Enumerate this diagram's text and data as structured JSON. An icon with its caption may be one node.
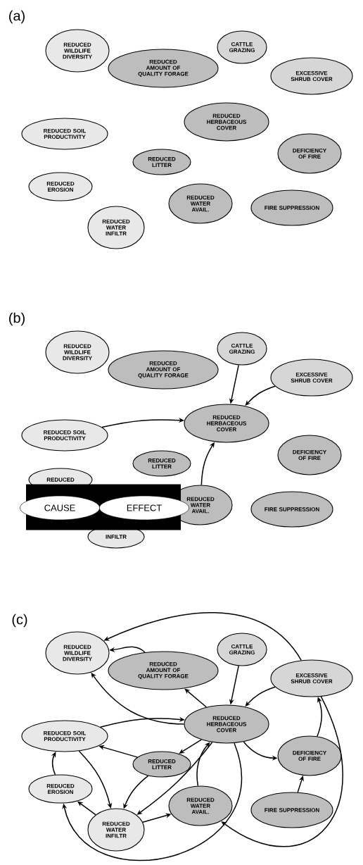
{
  "diagram": {
    "nodes": [
      {
        "text": [
          "REDUCED WILDLIFE DIVERSITY"
        ]
      },
      {
        "text": [
          "CATTLE GRAZING"
        ]
      },
      {
        "text": [
          "REDUCED AMOUNT OF QUALITY FORAGE"
        ]
      },
      {
        "text": [
          "EXCESSIVE SHRUB COVER"
        ]
      },
      {
        "text": [
          "REDUCED HERBACEOUS COVER"
        ]
      },
      {
        "text": [
          "REDUCED SOIL PRODUCTIVITY"
        ]
      },
      {
        "text": [
          "DEFICIENCY OF FIRE"
        ]
      },
      {
        "text": [
          "REDUCED LITTER"
        ]
      },
      {
        "text": [
          "REDUCED EROSION"
        ]
      },
      {
        "text": [
          "REDUCED WATER AVAIL."
        ]
      },
      {
        "text": [
          "FIRE SUPPRESSION"
        ]
      },
      {
        "text": [
          "REDUCED WATER INFILTR"
        ]
      },
      {
        "text": [
          "REDUCED WILDLIFE DIVERSITY"
        ]
      },
      {
        "text": [
          "CATTLE GRAZING"
        ]
      },
      {
        "text": [
          "REDUCED AMOUNT OF QUALITY FORAGE"
        ]
      },
      {
        "text": [
          "EXCESSIVE SHRUB COVER"
        ]
      },
      {
        "text": [
          "REDUCED HERBACEOUS COVER"
        ]
      },
      {
        "text": [
          "REDUCED SOIL PRODUCTIVITY"
        ]
      },
      {
        "text": [
          "DEFICIENCY OF FIRE"
        ]
      },
      {
        "text": [
          "REDUCED LITTER"
        ]
      },
      {
        "text": [
          "REDUCED"
        ]
      },
      {
        "text": [
          "REDUCED WATER AVAIL."
        ]
      },
      {
        "text": [
          "FIRE SUPPRESSION"
        ]
      },
      {
        "text": [
          "INFILTR"
        ]
      },
      {
        "text": [],
        "shape": "box"
      },
      {
        "text": [
          "CAUSE"
        ],
        "in": 24
      },
      {
        "text": [
          "EFFECT"
        ],
        "in": 24
      },
      {
        "text": [
          "REDUCED WILDLIFE DIVERSITY"
        ]
      },
      {
        "text": [
          "CATTLE GRAZING"
        ]
      },
      {
        "text": [
          "REDUCED AMOUNT OF QUALITY FORAGE"
        ]
      },
      {
        "text": [
          "EXCESSIVE SHRUB COVER"
        ]
      },
      {
        "text": [
          "REDUCED HERBACEOUS COVER"
        ]
      },
      {
        "text": [
          "REDUCED SOIL PRODUCTIVITY"
        ]
      },
      {
        "text": [
          "DEFICIENCY OF FIRE"
        ]
      },
      {
        "text": [
          "REDUCED LITTER"
        ]
      },
      {
        "text": [
          "REDUCED EROSION"
        ]
      },
      {
        "text": [
          "REDUCED WATER AVAIL."
        ]
      },
      {
        "text": [
          "FIRE SUPPRESSION"
        ]
      },
      {
        "text": [
          "REDUCED WATER INFILTR"
        ]
      }
    ],
    "edges": [
      {
        "from": 13,
        "to": 16,
        "arrow": "to"
      },
      {
        "from": 15,
        "to": 16,
        "arrow": "to"
      },
      {
        "from": 17,
        "to": 16,
        "arrow": "to"
      },
      {
        "from": 21,
        "to": 16,
        "arrow": "to"
      },
      {
        "from": 30,
        "to": 27,
        "arrow": "to"
      },
      {
        "from": 29,
        "to": 27,
        "arrow": "to"
      },
      {
        "from": 31,
        "to": 27,
        "arrow": "to"
      },
      {
        "from": 31,
        "to": 29,
        "arrow": "to"
      },
      {
        "from": 28,
        "to": 31,
        "arrow": "to"
      },
      {
        "from": 30,
        "to": 31,
        "arrow": "to"
      },
      {
        "from": 32,
        "to": 31,
        "arrow": "to"
      },
      {
        "from": 31,
        "to": 34,
        "arrow": "to"
      },
      {
        "from": 34,
        "to": 32,
        "arrow": "to"
      },
      {
        "from": 34,
        "to": 38,
        "arrow": "to"
      },
      {
        "from": 32,
        "to": 38,
        "arrow": "to"
      },
      {
        "from": 35,
        "to": 32,
        "arrow": "to"
      },
      {
        "from": 38,
        "to": 35,
        "arrow": "to"
      },
      {
        "from": 38,
        "to": 36,
        "arrow": "to"
      },
      {
        "from": 36,
        "to": 31,
        "arrow": "to"
      },
      {
        "from": 31,
        "to": 33,
        "arrow": "to"
      },
      {
        "from": 33,
        "to": 30,
        "arrow": "to"
      },
      {
        "from": 37,
        "to": 33,
        "arrow": "to"
      },
      {
        "from": 30,
        "to": 36,
        "arrow": "to"
      },
      {
        "from": 31,
        "to": 35,
        "arrow": "to"
      },
      {
        "from": 31,
        "to": 38,
        "arrow": "to"
      }
    ],
    "labels": [
      "(a)",
      "(b)",
      "(c)"
    ]
  }
}
